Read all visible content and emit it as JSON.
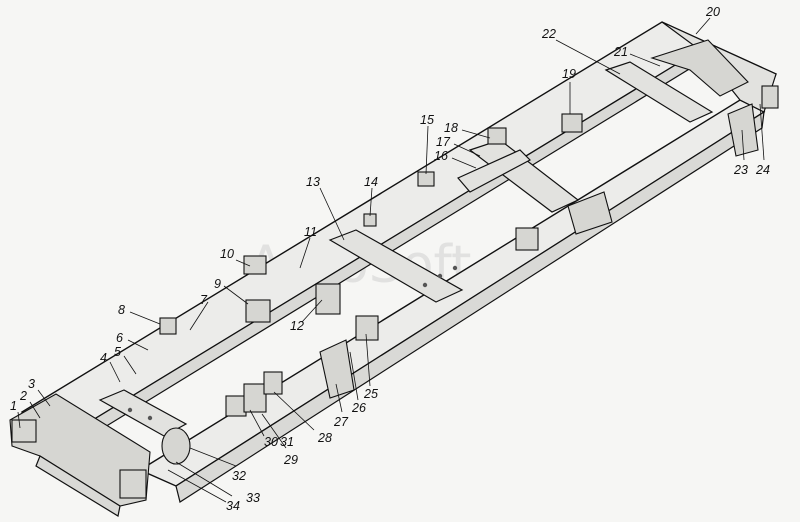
{
  "watermark": "AutoSoft",
  "callouts": [
    "1",
    "2",
    "3",
    "4",
    "5",
    "6",
    "7",
    "8",
    "9",
    "10",
    "11",
    "12",
    "13",
    "14",
    "15",
    "16",
    "17",
    "18",
    "19",
    "20",
    "21",
    "22",
    "23",
    "24",
    "25",
    "26",
    "27",
    "28",
    "30",
    "31",
    "29",
    "32",
    "33",
    "34"
  ],
  "colors": {
    "background": "#f6f6f4",
    "ink": "#111111",
    "watermark": "#cfcfcf"
  }
}
